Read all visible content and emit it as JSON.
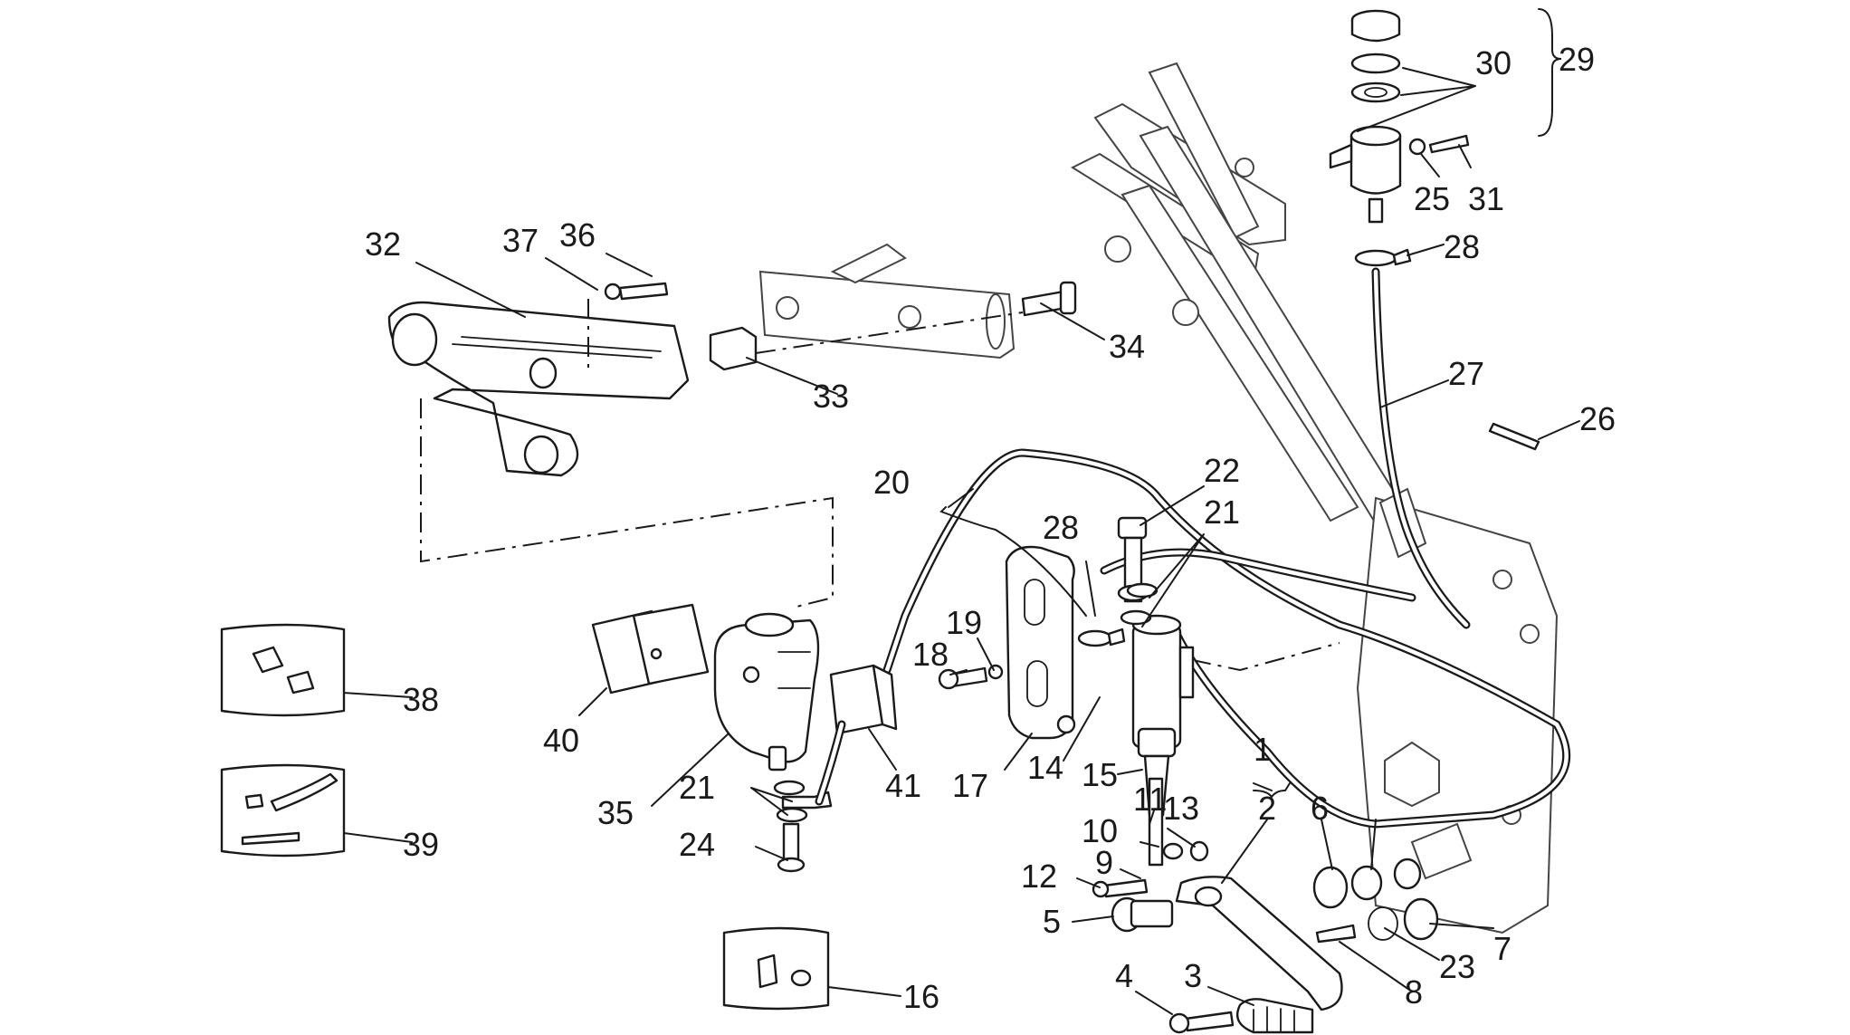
{
  "callouts": [
    {
      "id": "1",
      "text": "1"
    },
    {
      "id": "2",
      "text": "2"
    },
    {
      "id": "3",
      "text": "3"
    },
    {
      "id": "4",
      "text": "4"
    },
    {
      "id": "5",
      "text": "5"
    },
    {
      "id": "6",
      "text": "6"
    },
    {
      "id": "7",
      "text": "7"
    },
    {
      "id": "8",
      "text": "8"
    },
    {
      "id": "9",
      "text": "9"
    },
    {
      "id": "10",
      "text": "10"
    },
    {
      "id": "11",
      "text": "11"
    },
    {
      "id": "12",
      "text": "12"
    },
    {
      "id": "13",
      "text": "13"
    },
    {
      "id": "14",
      "text": "14"
    },
    {
      "id": "15",
      "text": "15"
    },
    {
      "id": "16",
      "text": "16"
    },
    {
      "id": "17",
      "text": "17"
    },
    {
      "id": "18",
      "text": "18"
    },
    {
      "id": "19",
      "text": "19"
    },
    {
      "id": "20",
      "text": "20"
    },
    {
      "id": "21a",
      "text": "21"
    },
    {
      "id": "21b",
      "text": "21"
    },
    {
      "id": "22",
      "text": "22"
    },
    {
      "id": "23",
      "text": "23"
    },
    {
      "id": "24",
      "text": "24"
    },
    {
      "id": "25",
      "text": "25"
    },
    {
      "id": "26",
      "text": "26"
    },
    {
      "id": "27",
      "text": "27"
    },
    {
      "id": "28a",
      "text": "28"
    },
    {
      "id": "28b",
      "text": "28"
    },
    {
      "id": "29",
      "text": "29"
    },
    {
      "id": "30",
      "text": "30"
    },
    {
      "id": "31",
      "text": "31"
    },
    {
      "id": "32",
      "text": "32"
    },
    {
      "id": "33",
      "text": "33"
    },
    {
      "id": "34",
      "text": "34"
    },
    {
      "id": "35",
      "text": "35"
    },
    {
      "id": "36",
      "text": "36"
    },
    {
      "id": "37",
      "text": "37"
    },
    {
      "id": "38",
      "text": "38"
    },
    {
      "id": "39",
      "text": "39"
    },
    {
      "id": "40",
      "text": "40"
    },
    {
      "id": "41",
      "text": "41"
    }
  ]
}
